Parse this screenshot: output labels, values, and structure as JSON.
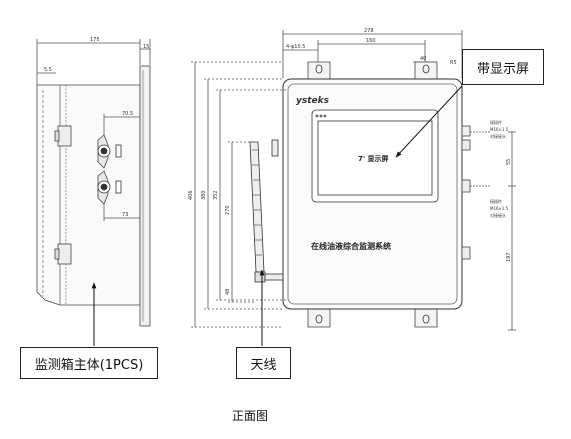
{
  "side_view": {
    "dims": {
      "depth": "175",
      "flange": "15",
      "offset": "5.5",
      "fitting_upper": "70.5",
      "fitting_lower": "73"
    }
  },
  "front_view": {
    "brand": "ysteks",
    "device_name": "在线油液综合监测系统",
    "screen_label": "7' 显示屏",
    "dims": {
      "width_total": "278",
      "hole_spacing": "160",
      "tab_width": "40",
      "hole_dia": "4-φ10.5",
      "radius": "R5",
      "height_total": "406",
      "height_body": "380",
      "height_inner": "352",
      "antenna_len": "270",
      "antenna_base": "48",
      "right_upper": "55",
      "right_lower": "197"
    },
    "port_note_upper": [
      "接插件",
      "M16×1.5",
      "对接接头"
    ],
    "port_note_lower": [
      "接插件",
      "M16×1.5",
      "对接接头"
    ]
  },
  "callouts": {
    "main_box": "监测箱主体(1PCS)",
    "antenna": "天线",
    "display": "带显示屏"
  },
  "caption": "正面图"
}
